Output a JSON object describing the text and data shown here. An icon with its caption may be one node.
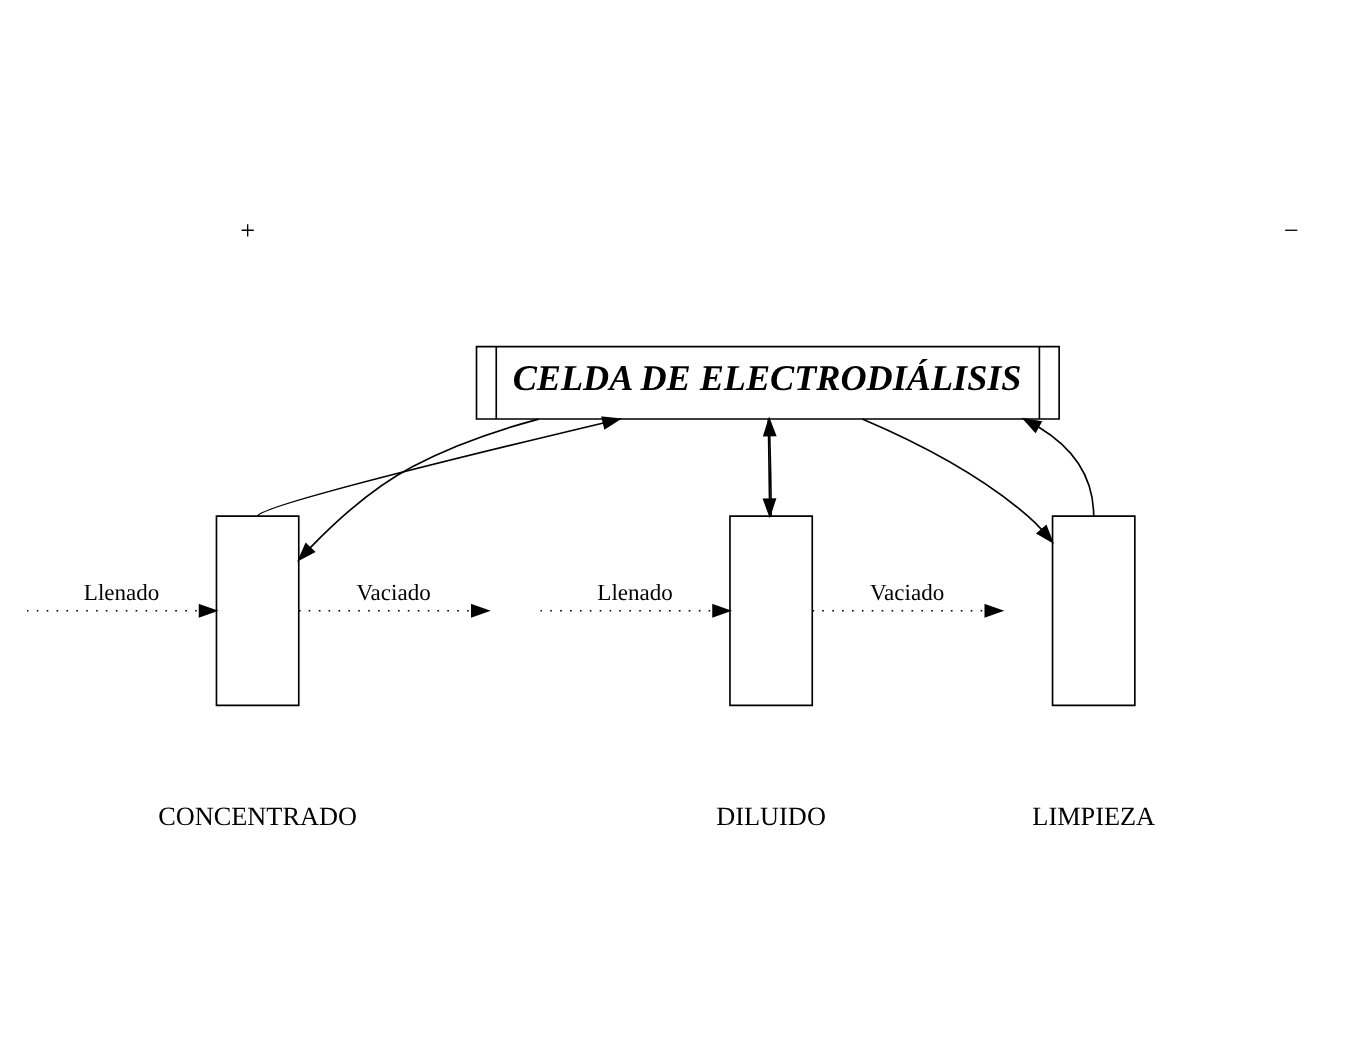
{
  "diagram": {
    "nodes": [
      {
        "text": [
          "CELDA DE ELECTRODIÁLISIS"
        ]
      },
      {
        "text": [],
        "shape": "box"
      },
      {
        "text": [],
        "shape": "box"
      },
      {
        "text": [],
        "shape": "box"
      }
    ],
    "edges": [
      {
        "from": 1,
        "to": 0,
        "arrow": "to"
      },
      {
        "from": 0,
        "to": 1,
        "arrow": "to"
      },
      {
        "from": 2,
        "to": 0,
        "arrow": "to"
      },
      {
        "from": 0,
        "to": 2,
        "arrow": "to"
      },
      {
        "from": 3,
        "to": 0,
        "arrow": "to"
      },
      {
        "from": 0,
        "to": 3,
        "arrow": "to"
      },
      {
        "from": 1,
        "to": null,
        "arrow": "to",
        "label": "Vaciado",
        "style": "dashed"
      },
      {
        "from": null,
        "to": 1,
        "arrow": "to",
        "label": "Llenado",
        "style": "dashed"
      },
      {
        "from": 2,
        "to": null,
        "arrow": "to",
        "label": "Vaciado",
        "style": "dashed"
      },
      {
        "from": null,
        "to": 2,
        "arrow": "to",
        "label": "Llenado",
        "style": "dashed"
      }
    ],
    "labels": [
      "+",
      "−",
      "CONCENTRADO",
      "DILUIDO",
      "LIMPIEZA"
    ]
  }
}
